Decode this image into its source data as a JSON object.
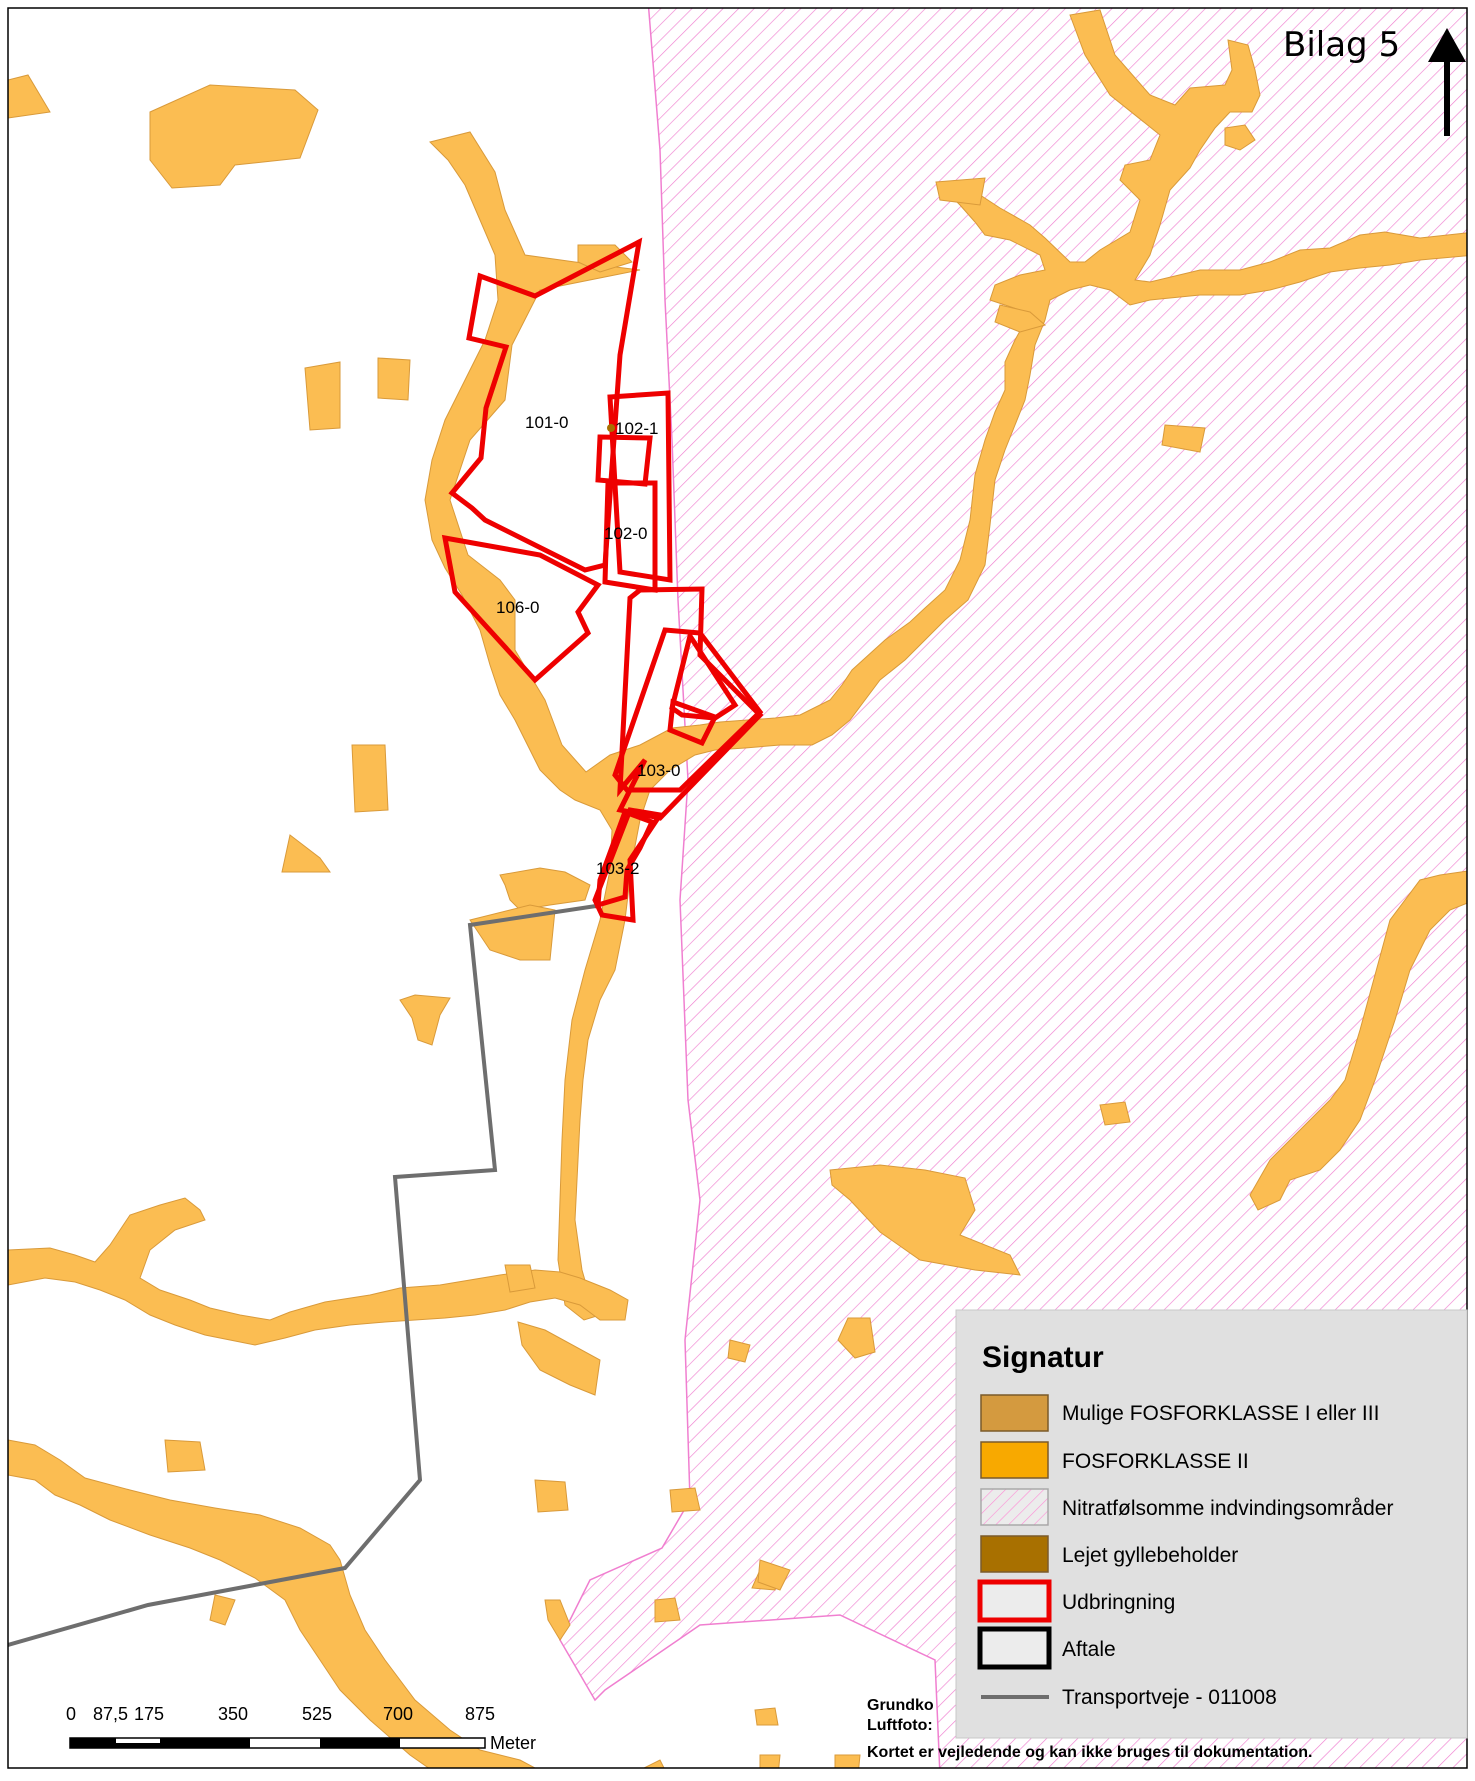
{
  "map": {
    "title": "Bilag 5",
    "north_arrow": "north-arrow",
    "field_labels": [
      "101-0",
      "102-1",
      "102-0",
      "106-0",
      "103-0",
      "103-2"
    ],
    "legend": {
      "title": "Signatur",
      "items": [
        {
          "label": "Mulige FOSFORKLASSE I eller III",
          "fill": "#d49a3f",
          "stroke": "#7a5a2a"
        },
        {
          "label": "FOSFORKLASSE II",
          "fill": "#f8a900",
          "stroke": "#7a5a2a"
        },
        {
          "label": "Nitratfølsomme indvindingsområder",
          "fill": "#ff8cd6",
          "stroke": "#a9a9a9"
        },
        {
          "label": "Lejet gyllebeholder",
          "fill": "#a87000",
          "stroke": "#7a5a2a"
        },
        {
          "label": "Udbringning",
          "fill": "#ececec",
          "stroke": "#ee0000"
        },
        {
          "label": "Aftale",
          "fill": "#ececec",
          "stroke": "#000000"
        },
        {
          "label": "Transportveje - 011008",
          "fill": "",
          "stroke": "#6e6e6e"
        }
      ]
    },
    "scale_bar": {
      "ticks": [
        "0",
        "87,5",
        "175",
        "350",
        "525",
        "700",
        "875"
      ],
      "unit": "Meter"
    },
    "credits": {
      "line1": "Grundko",
      "line2": "Luftfoto:",
      "line3": "Kortet er vejledende og kan ikke bruges til dokumentation."
    },
    "colors": {
      "fosfor_ii": "#fbbd52",
      "udbringning": "#ee0000",
      "transport": "#6e6e6e",
      "nitrat": "#f07fd0"
    }
  }
}
